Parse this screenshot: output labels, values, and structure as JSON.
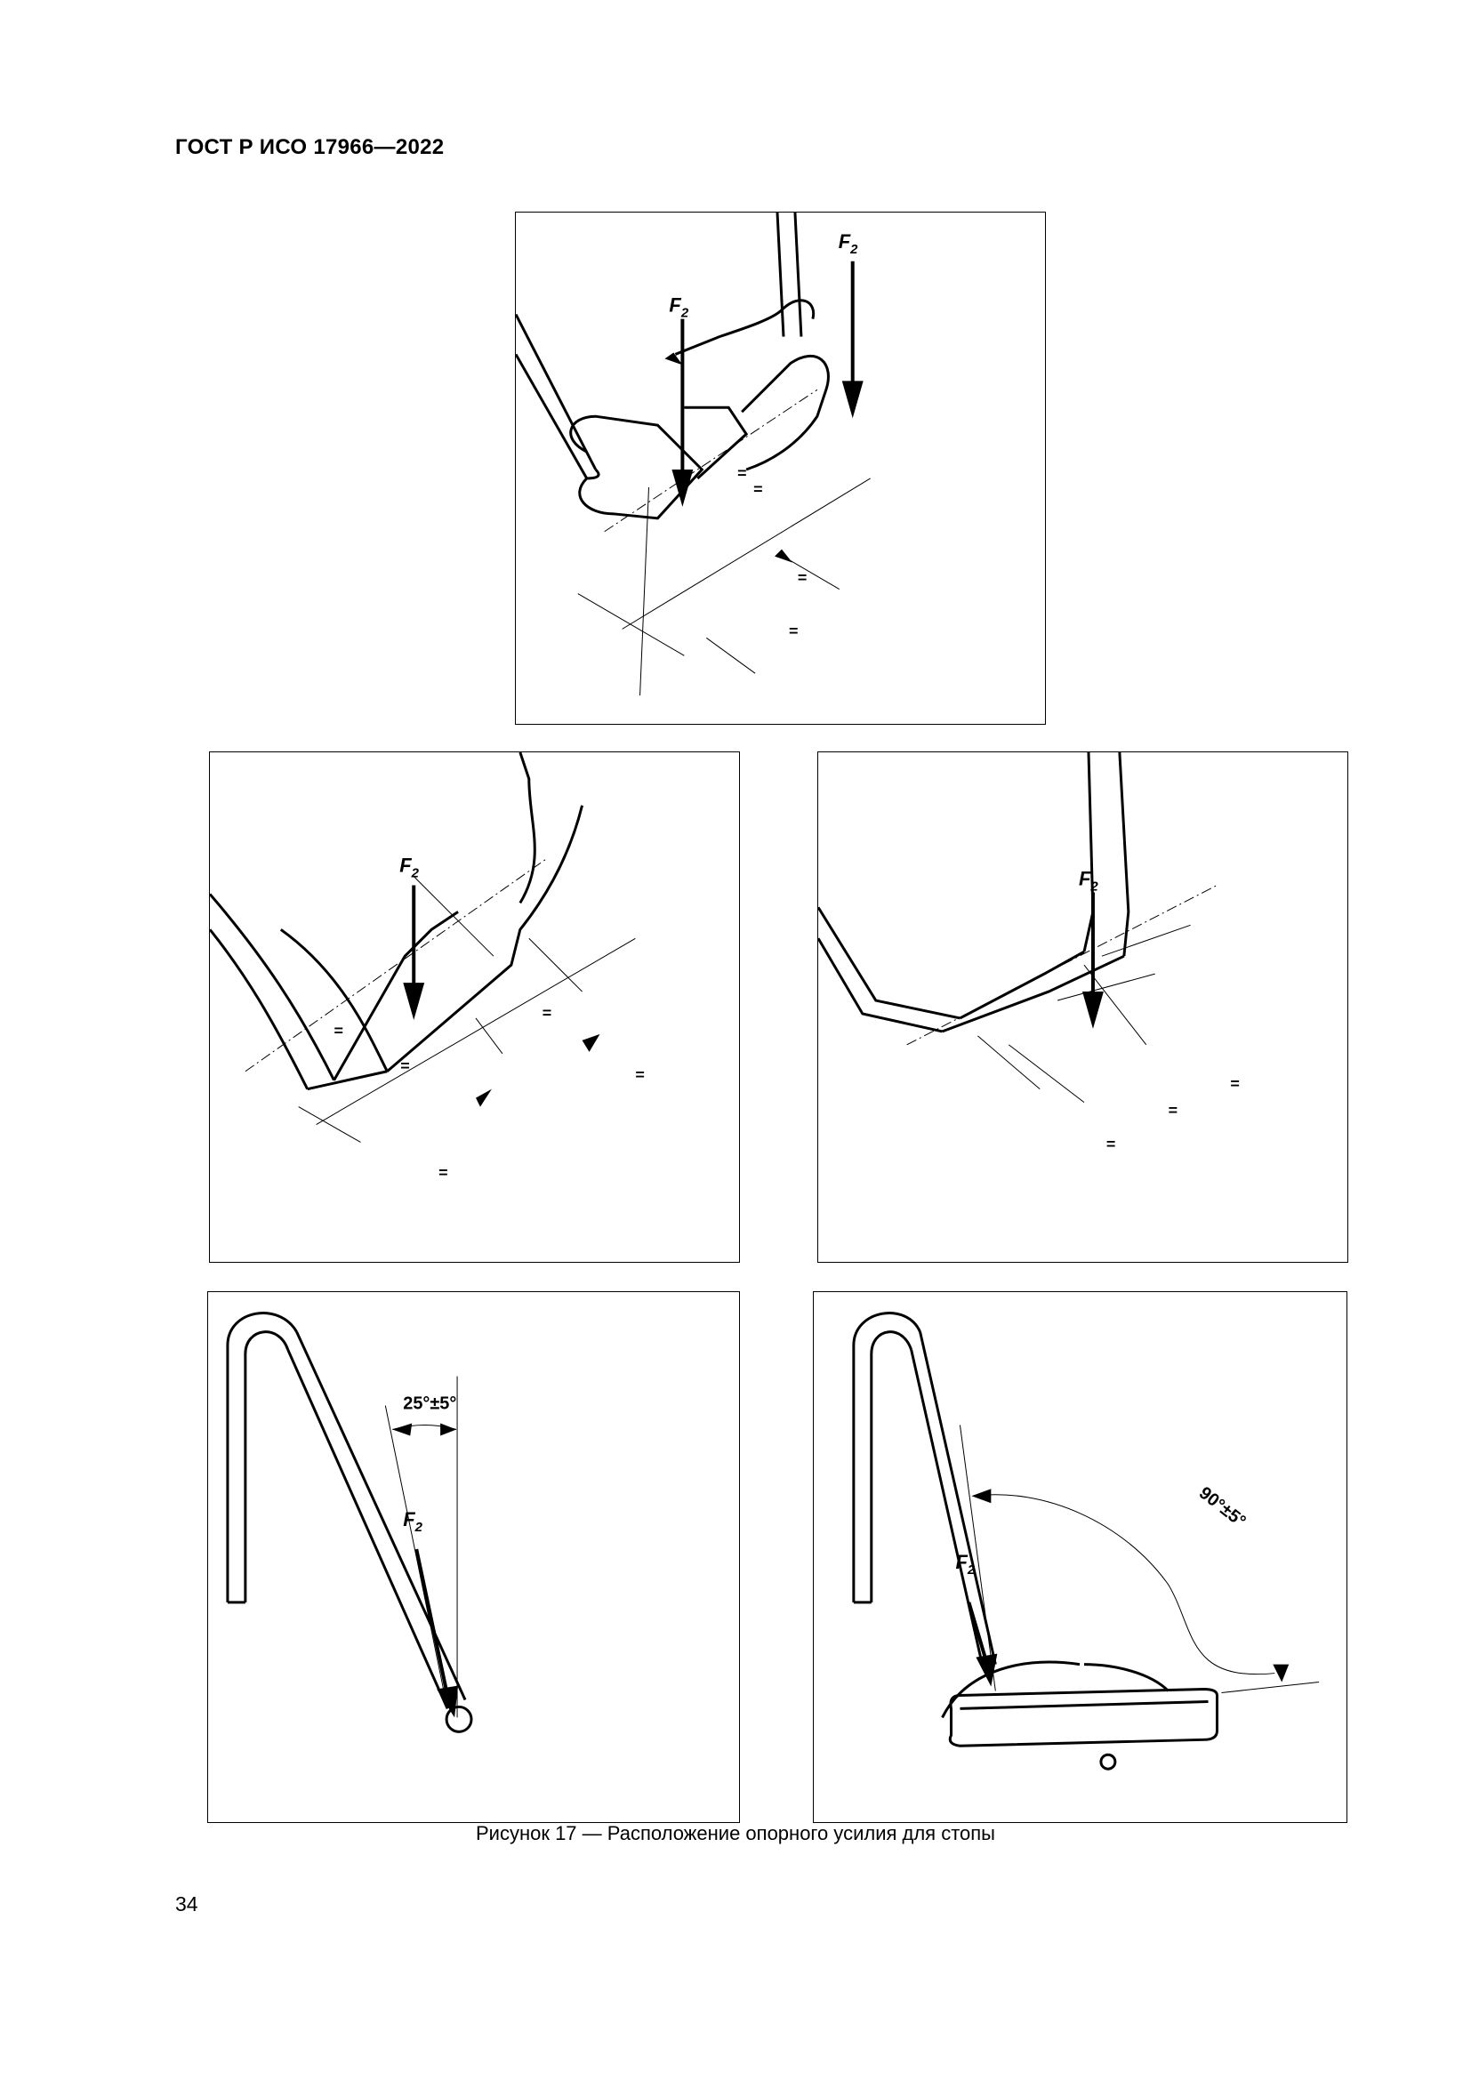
{
  "header": {
    "document_id": "ГОСТ Р ИСО 17966—2022"
  },
  "figure": {
    "force_symbol": "F",
    "force_subscript": "2",
    "equal_mark": "=",
    "angle_1": "25°±5°",
    "angle_2": "90°±5°",
    "caption": "Рисунок 17 — Расположение опорного усилия для стопы"
  },
  "footer": {
    "page_number": "34"
  }
}
